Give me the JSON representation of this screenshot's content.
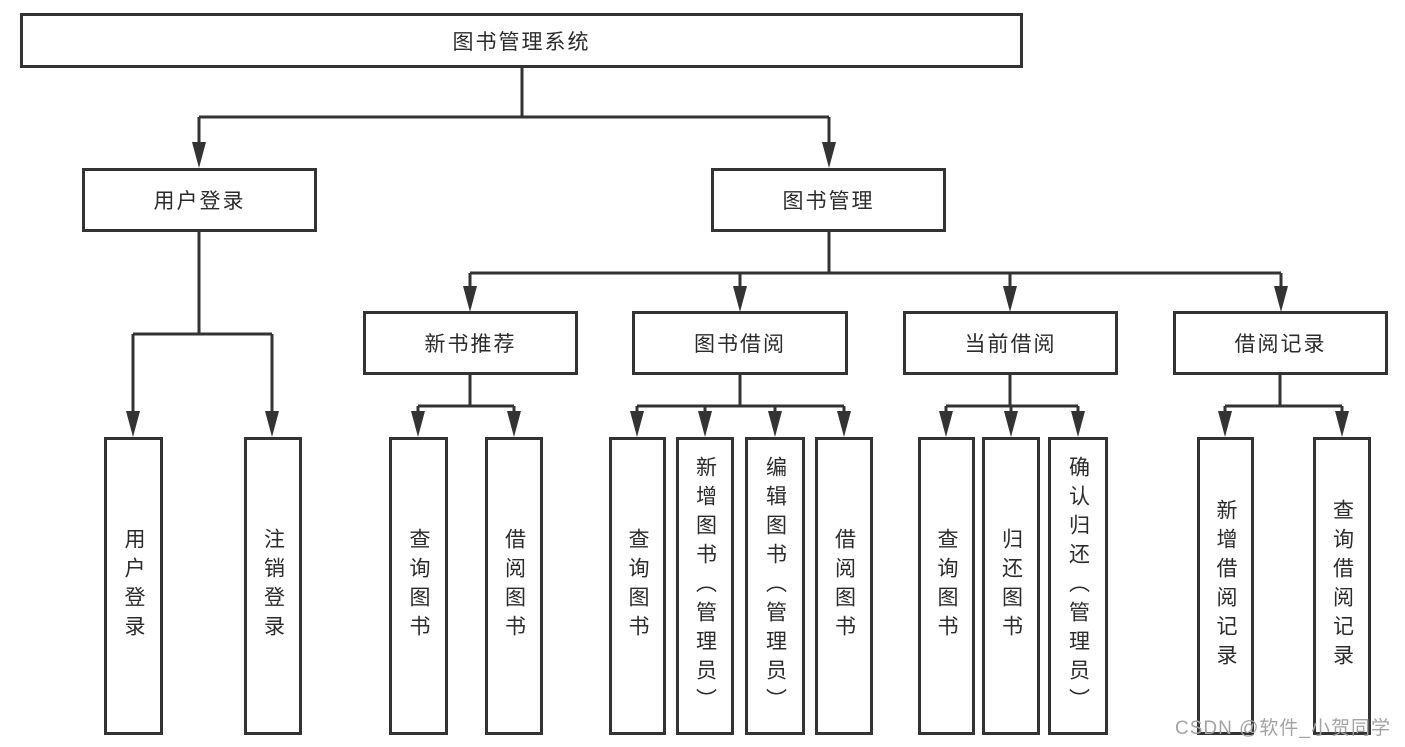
{
  "diagram": {
    "type": "hierarchy-tree",
    "tree": {
      "label": "图书管理系统",
      "children": {
        "user_login": {
          "label": "用户登录",
          "children": {
            "login": {
              "label": "用户登录"
            },
            "logout": {
              "label": "注销登录"
            }
          }
        },
        "book_mgmt": {
          "label": "图书管理",
          "children": {
            "new_book": {
              "label": "新书推荐",
              "children": {
                "query_book": {
                  "label": "查询图书"
                },
                "borrow_book": {
                  "label": "借阅图书"
                }
              }
            },
            "book_borrow": {
              "label": "图书借阅",
              "children": {
                "query_book": {
                  "label": "查询图书"
                },
                "add_book": {
                  "label": "新增图书（管理员）"
                },
                "edit_book": {
                  "label": "编辑图书（管理员）"
                },
                "borrow_book": {
                  "label": "借阅图书"
                }
              }
            },
            "current_borrow": {
              "label": "当前借阅",
              "children": {
                "query_book": {
                  "label": "查询图书"
                },
                "return_book": {
                  "label": "归还图书"
                },
                "confirm_return": {
                  "label": "确认归还（管理员）"
                }
              }
            },
            "borrow_record": {
              "label": "借阅记录",
              "children": {
                "add_record": {
                  "label": "新增借阅记录"
                },
                "query_record": {
                  "label": "查询借阅记录"
                }
              }
            }
          }
        }
      }
    },
    "colors": {
      "line": "#333333",
      "box_border": "#333333",
      "text": "#2b2b2b",
      "background": "#ffffff",
      "watermark": "#a3a3a3"
    }
  },
  "watermark": {
    "text": "CSDN @软件_小贺同学"
  }
}
